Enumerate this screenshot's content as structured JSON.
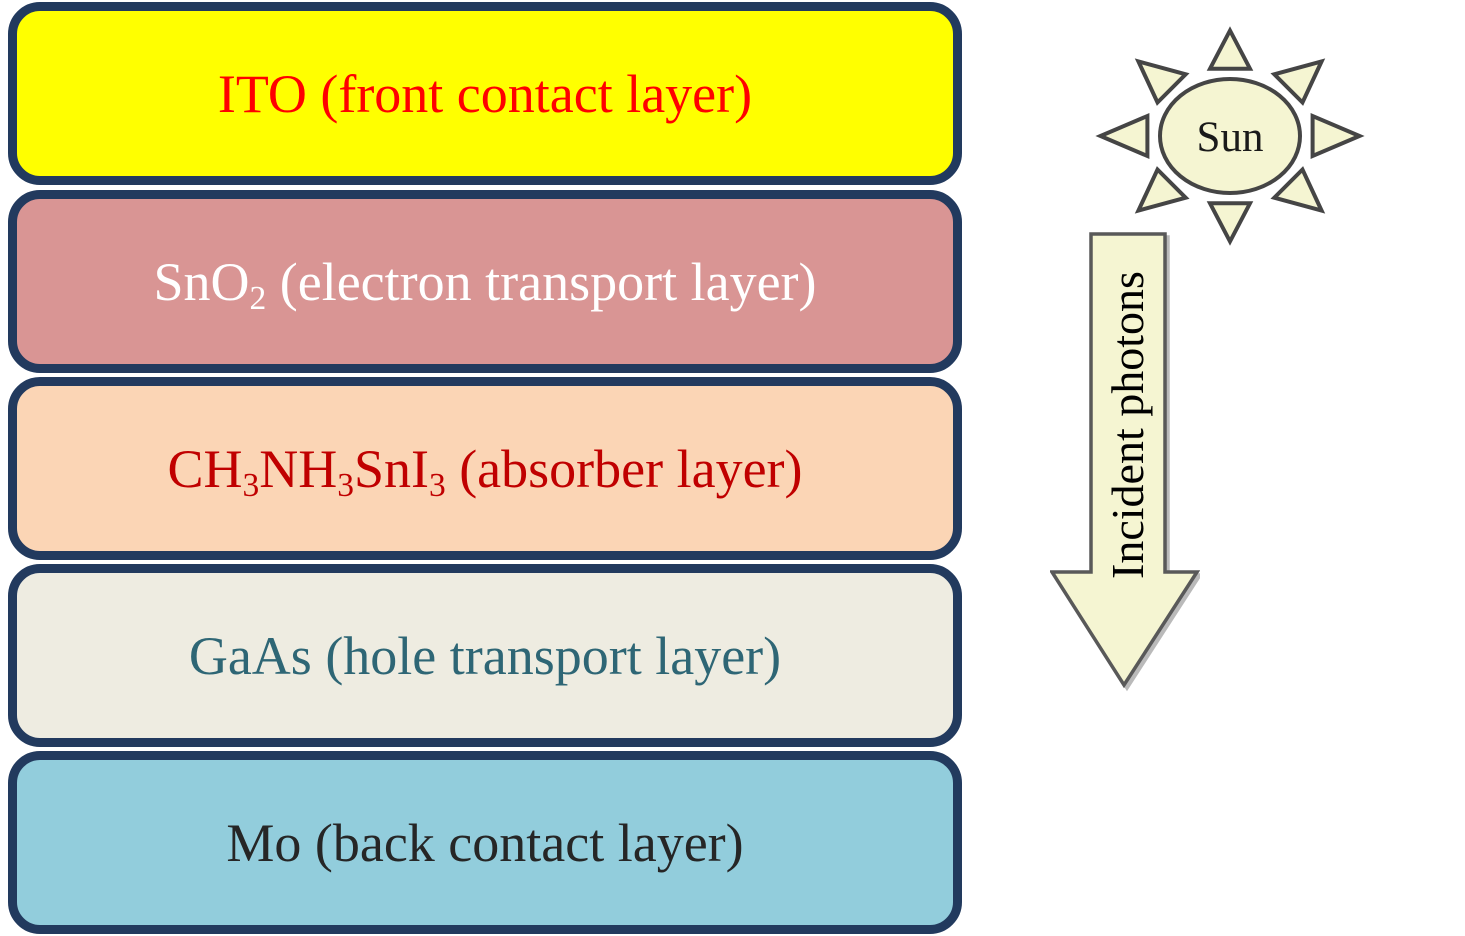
{
  "diagram": {
    "kind": "solar-cell-layer-stack"
  },
  "stack_border_color": "#223A5E",
  "layers": [
    {
      "id": "ito-front-contact",
      "segments": [
        {
          "text": "ITO (front contact layer)",
          "sub": false
        }
      ],
      "bg_color": "#FFFF00",
      "text_color": "#FF0000"
    },
    {
      "id": "sno2-electron-transport",
      "segments": [
        {
          "text": "SnO",
          "sub": false
        },
        {
          "text": "2",
          "sub": true
        },
        {
          "text": " (electron transport layer)",
          "sub": false
        }
      ],
      "bg_color": "#D99594",
      "text_color": "#FFFFFF"
    },
    {
      "id": "ch3nh3sni3-absorber",
      "segments": [
        {
          "text": "CH",
          "sub": false
        },
        {
          "text": "3",
          "sub": true
        },
        {
          "text": "NH",
          "sub": false
        },
        {
          "text": "3",
          "sub": true
        },
        {
          "text": "SnI",
          "sub": false
        },
        {
          "text": "3",
          "sub": true
        },
        {
          "text": " (absorber layer)",
          "sub": false
        }
      ],
      "bg_color": "#FBD5B5",
      "text_color": "#C00000"
    },
    {
      "id": "gaas-hole-transport",
      "segments": [
        {
          "text": "GaAs (hole transport layer)",
          "sub": false
        }
      ],
      "bg_color": "#EEECE1",
      "text_color": "#2E6675"
    },
    {
      "id": "mo-back-contact",
      "segments": [
        {
          "text": "Mo (back contact layer)",
          "sub": false
        }
      ],
      "bg_color": "#92CDDC",
      "text_color": "#262626"
    }
  ],
  "sun": {
    "label": "Sun",
    "fill": "#F5F5D2",
    "stroke": "#454545",
    "label_color": "#1A1A1A"
  },
  "arrow": {
    "label": "Incident photons",
    "fill": "#F5F5D2",
    "stroke": "#595959"
  }
}
